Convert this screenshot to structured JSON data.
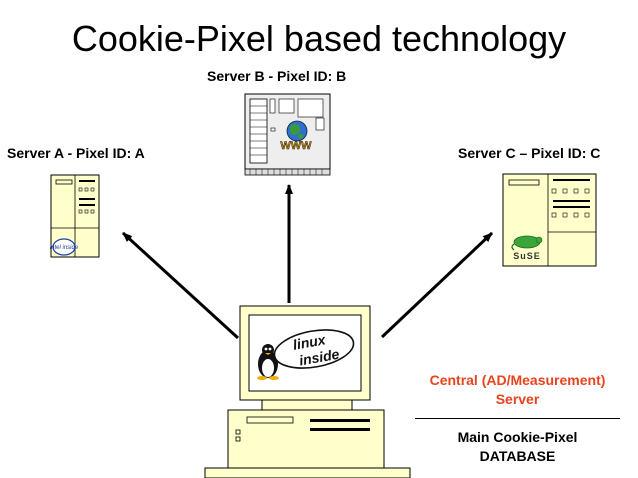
{
  "title": "Cookie-Pixel based technology",
  "servers": {
    "a": {
      "label": "Server A - Pixel ID: A",
      "badge": "intel inside"
    },
    "b": {
      "label": "Server B - Pixel ID: B",
      "badge": "WWW"
    },
    "c": {
      "label": "Server C – Pixel ID: C",
      "badge": "SuSE"
    }
  },
  "central": {
    "line1": "Central (AD/Measurement)",
    "line2": "Server",
    "color": "#e8431e"
  },
  "database": {
    "line1": "Main Cookie-Pixel",
    "line2": "DATABASE"
  },
  "monitor_sticker": {
    "line1": "linux",
    "line2": "inside"
  },
  "colors": {
    "computer_fill": "#ffffcc",
    "server_fill": "#ffffcc",
    "server_b_fill": "#eeeeee",
    "arrow": "#000000"
  }
}
